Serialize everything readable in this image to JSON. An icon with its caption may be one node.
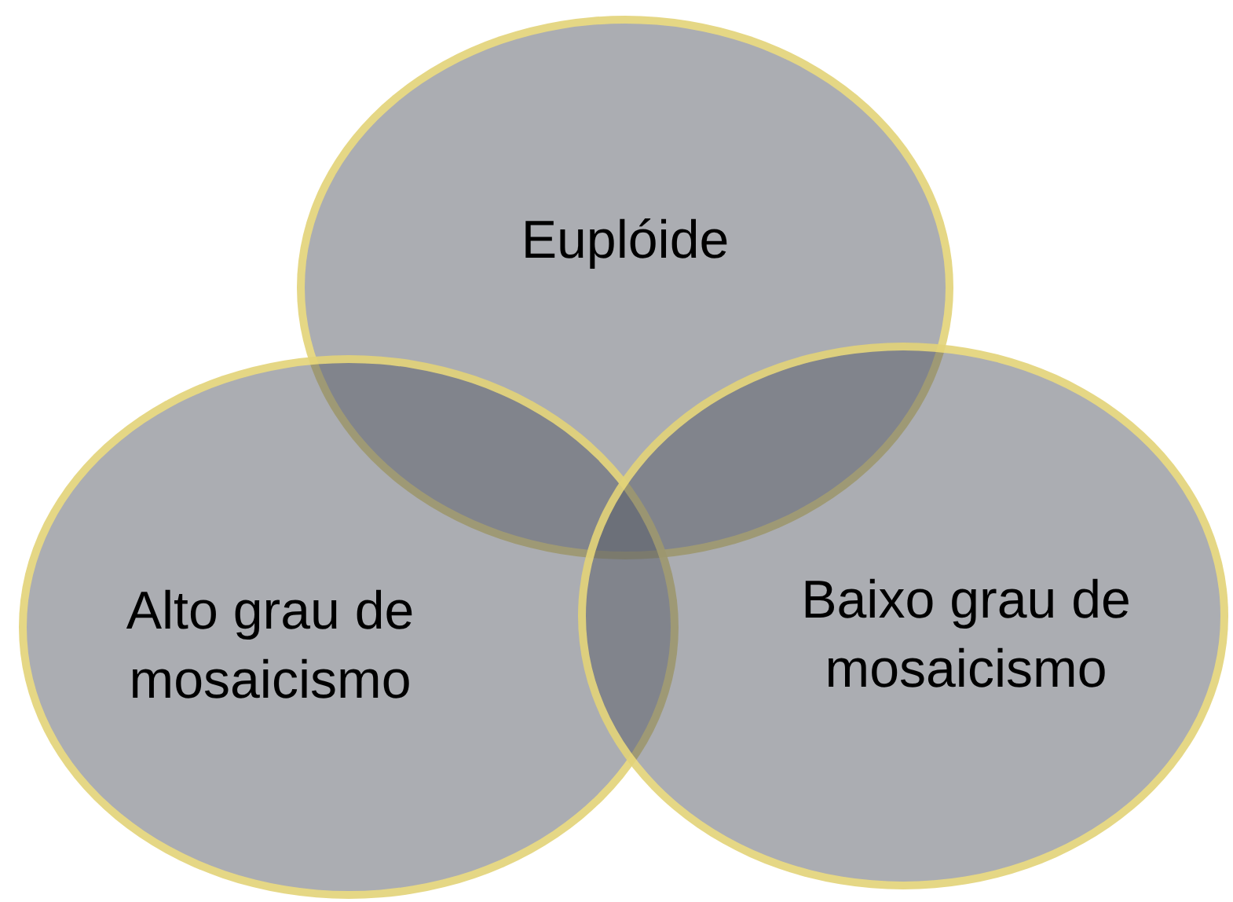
{
  "diagram": {
    "nodes": [
      {
        "text": [
          "Euplóide"
        ]
      },
      {
        "text": [
          "Alto grau de mosaicismo"
        ]
      },
      {
        "text": [
          "Baixo grau de mosaicismo"
        ]
      }
    ]
  }
}
